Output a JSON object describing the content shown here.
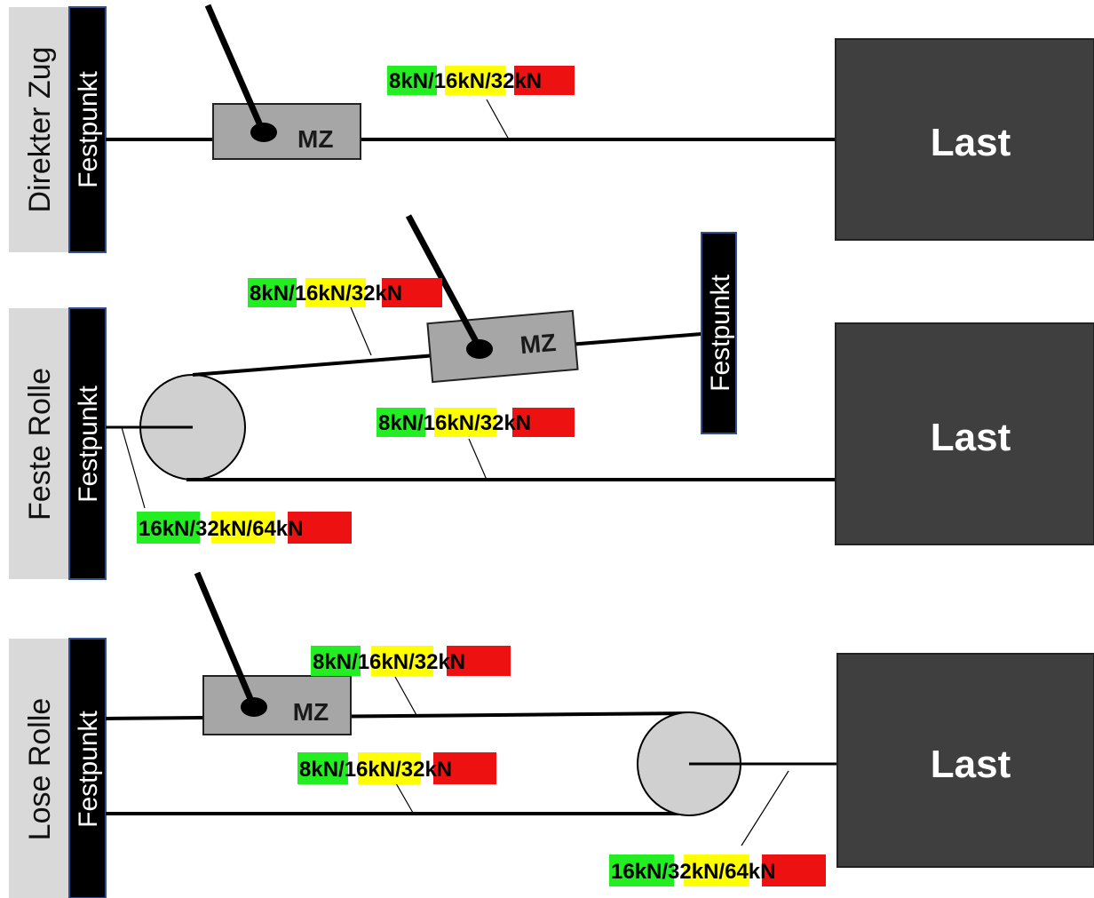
{
  "sections": [
    {
      "title": "Direkter Zug",
      "fixpoint": "Festpunkt",
      "motor": "MZ",
      "load": "Last",
      "forces": [
        [
          "8kN",
          "16kN",
          "32kN"
        ]
      ]
    },
    {
      "title": "Feste Rolle",
      "fixpoint": "Festpunkt",
      "motor": "MZ",
      "load": "Last",
      "fixpoint_right": "Festpunkt",
      "forces": [
        [
          "8kN",
          "16kN",
          "32kN"
        ],
        [
          "8kN",
          "16kN",
          "32kN"
        ],
        [
          "16kN",
          "32kN",
          "64kN"
        ]
      ]
    },
    {
      "title": "Lose Rolle",
      "fixpoint": "Festpunkt",
      "motor": "MZ",
      "load": "Last",
      "forces": [
        [
          "8kN",
          "16kN",
          "32kN"
        ],
        [
          "8kN",
          "16kN",
          "32kN"
        ],
        [
          "16kN",
          "32kN",
          "64kN"
        ]
      ]
    }
  ],
  "separator": "/",
  "colors": {
    "low": "#22ee22",
    "mid": "#ffff00",
    "high": "#ee1111",
    "load": "#3f3f3f",
    "motor": "#a6a6a6",
    "pulley": "#d0d0d0",
    "fixpoint": "#000000",
    "side": "#d9d9d9"
  }
}
